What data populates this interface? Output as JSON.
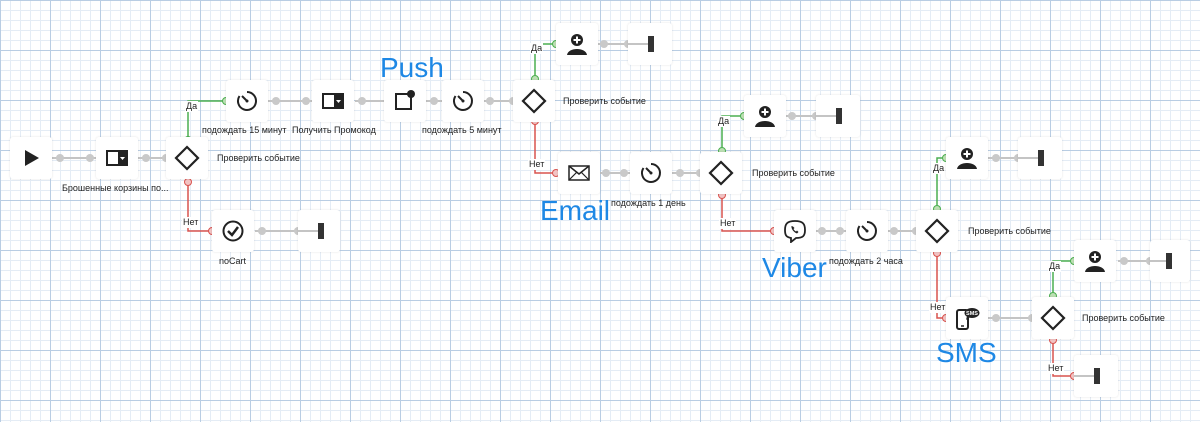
{
  "nodes": {
    "start": "Брошенные корзины по...",
    "check1": "Проверить событие",
    "wait15": "подождать 15 минут",
    "promo": "Получить Промокод",
    "wait5": "подождать 5 минут",
    "check2": "Проверить событие",
    "nocart": "noCart",
    "wait1d": "подождать 1 день",
    "check3": "Проверить событие",
    "wait2h": "подождать 2 часа",
    "check4": "Проверить событие",
    "check5": "Проверить событие"
  },
  "channels": {
    "push": "Push",
    "email": "Email",
    "viber": "Viber",
    "sms": "SMS"
  },
  "branches": {
    "yes": "Да",
    "no": "Нет"
  },
  "colors": {
    "yes_line": "#4caf50",
    "no_line": "#d9534f",
    "channel_text": "#1e88e5"
  },
  "icons": {
    "sms_badge": "SMS"
  }
}
